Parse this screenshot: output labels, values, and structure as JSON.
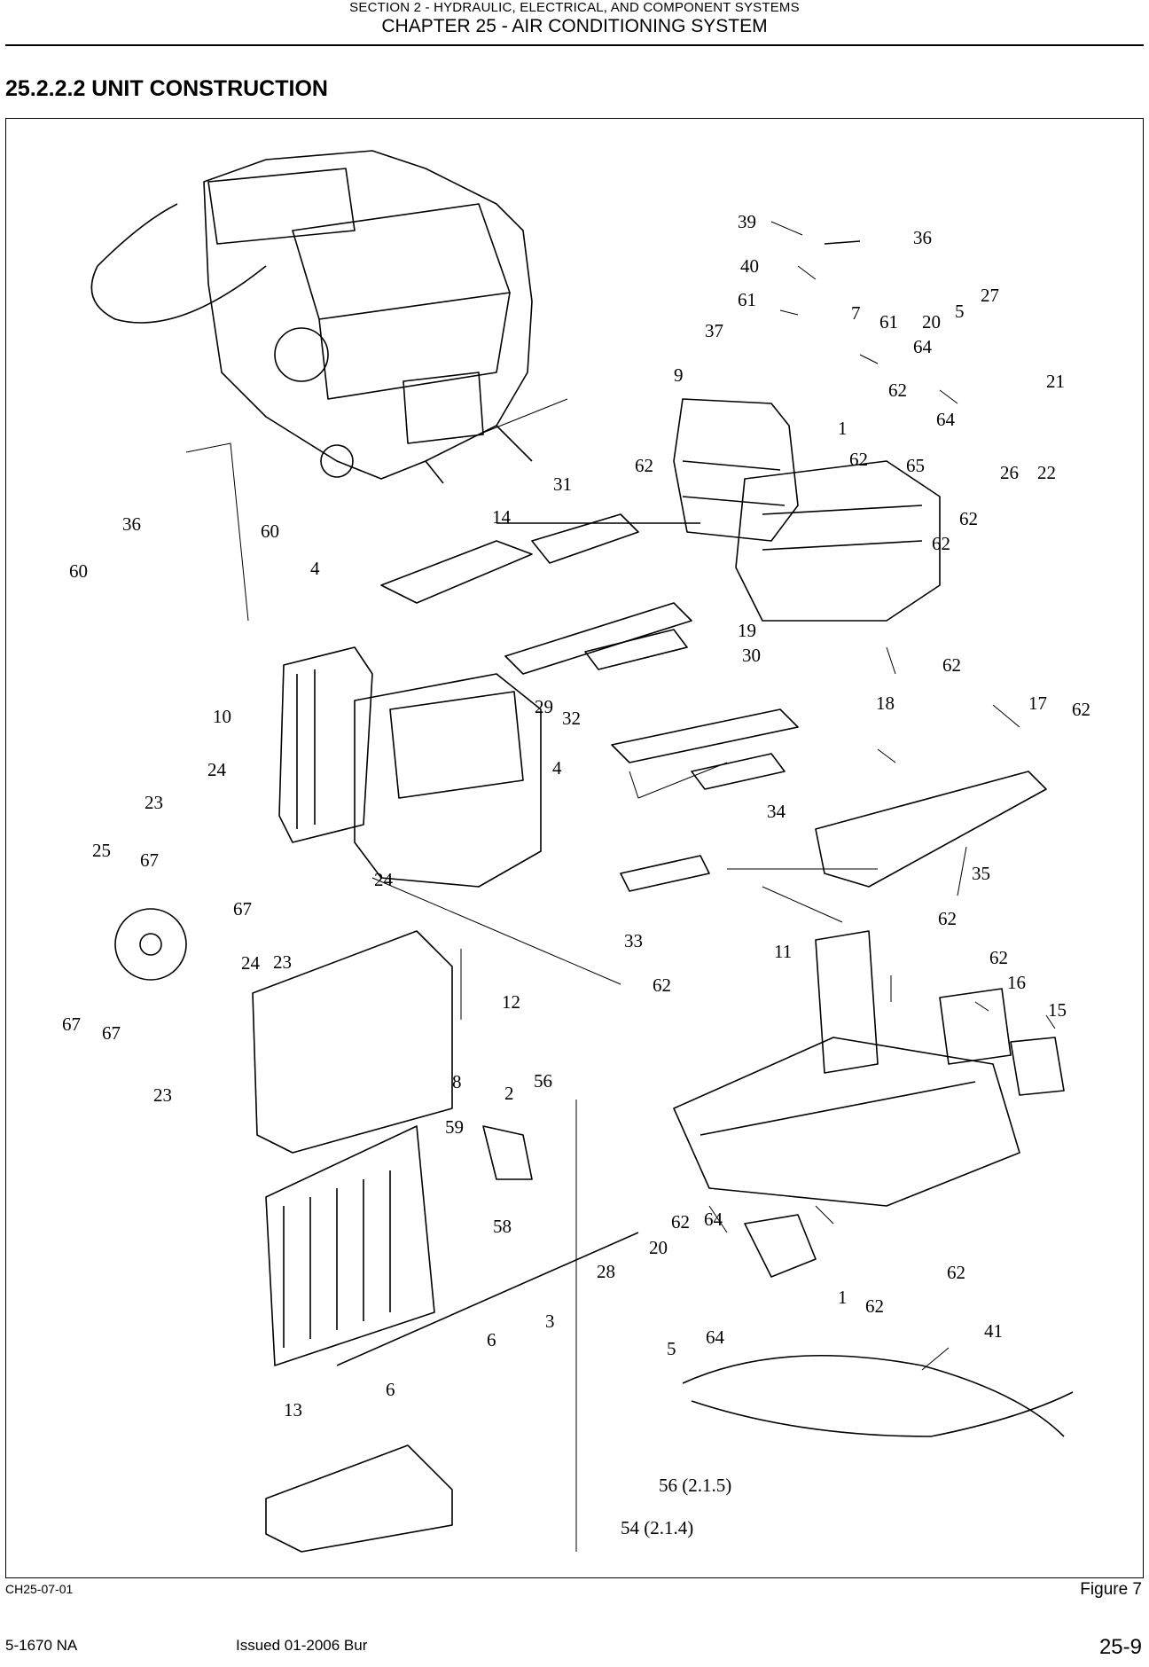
{
  "header": {
    "section": "SECTION 2 - HYDRAULIC, ELECTRICAL, AND COMPONENT SYSTEMS",
    "chapter": "CHAPTER 25 - AIR CONDITIONING SYSTEM"
  },
  "section_title": "25.2.2.2 UNIT CONSTRUCTION",
  "figure": {
    "id": "CH25-07-01",
    "caption": "Figure 7",
    "callouts": [
      {
        "text": "39"
      },
      {
        "text": "40"
      },
      {
        "text": "36"
      },
      {
        "text": "61"
      },
      {
        "text": "37"
      },
      {
        "text": "7"
      },
      {
        "text": "61"
      },
      {
        "text": "20"
      },
      {
        "text": "5"
      },
      {
        "text": "27"
      },
      {
        "text": "9"
      },
      {
        "text": "64"
      },
      {
        "text": "62"
      },
      {
        "text": "21"
      },
      {
        "text": "1"
      },
      {
        "text": "64"
      },
      {
        "text": "62"
      },
      {
        "text": "65"
      },
      {
        "text": "62"
      },
      {
        "text": "31"
      },
      {
        "text": "26"
      },
      {
        "text": "22"
      },
      {
        "text": "62"
      },
      {
        "text": "36"
      },
      {
        "text": "14"
      },
      {
        "text": "60"
      },
      {
        "text": "60"
      },
      {
        "text": "62"
      },
      {
        "text": "4"
      },
      {
        "text": "19"
      },
      {
        "text": "30"
      },
      {
        "text": "62"
      },
      {
        "text": "29"
      },
      {
        "text": "32"
      },
      {
        "text": "18"
      },
      {
        "text": "17"
      },
      {
        "text": "62"
      },
      {
        "text": "10"
      },
      {
        "text": "24"
      },
      {
        "text": "4"
      },
      {
        "text": "23"
      },
      {
        "text": "34"
      },
      {
        "text": "25"
      },
      {
        "text": "67"
      },
      {
        "text": "35"
      },
      {
        "text": "24"
      },
      {
        "text": "67"
      },
      {
        "text": "33"
      },
      {
        "text": "62"
      },
      {
        "text": "23"
      },
      {
        "text": "24"
      },
      {
        "text": "11"
      },
      {
        "text": "62"
      },
      {
        "text": "62"
      },
      {
        "text": "16"
      },
      {
        "text": "12"
      },
      {
        "text": "67"
      },
      {
        "text": "67"
      },
      {
        "text": "15"
      },
      {
        "text": "23"
      },
      {
        "text": "8"
      },
      {
        "text": "2"
      },
      {
        "text": "56"
      },
      {
        "text": "59"
      },
      {
        "text": "58"
      },
      {
        "text": "62"
      },
      {
        "text": "64"
      },
      {
        "text": "20"
      },
      {
        "text": "28"
      },
      {
        "text": "1"
      },
      {
        "text": "62"
      },
      {
        "text": "62"
      },
      {
        "text": "3"
      },
      {
        "text": "6"
      },
      {
        "text": "5"
      },
      {
        "text": "64"
      },
      {
        "text": "41"
      },
      {
        "text": "6"
      },
      {
        "text": "13"
      },
      {
        "text": "56 (2.1.5)"
      },
      {
        "text": "54 (2.1.4)"
      }
    ]
  },
  "footer": {
    "doc_number": "5-1670 NA",
    "issued": "Issued 01-2006    Bur",
    "page": "25-9"
  }
}
